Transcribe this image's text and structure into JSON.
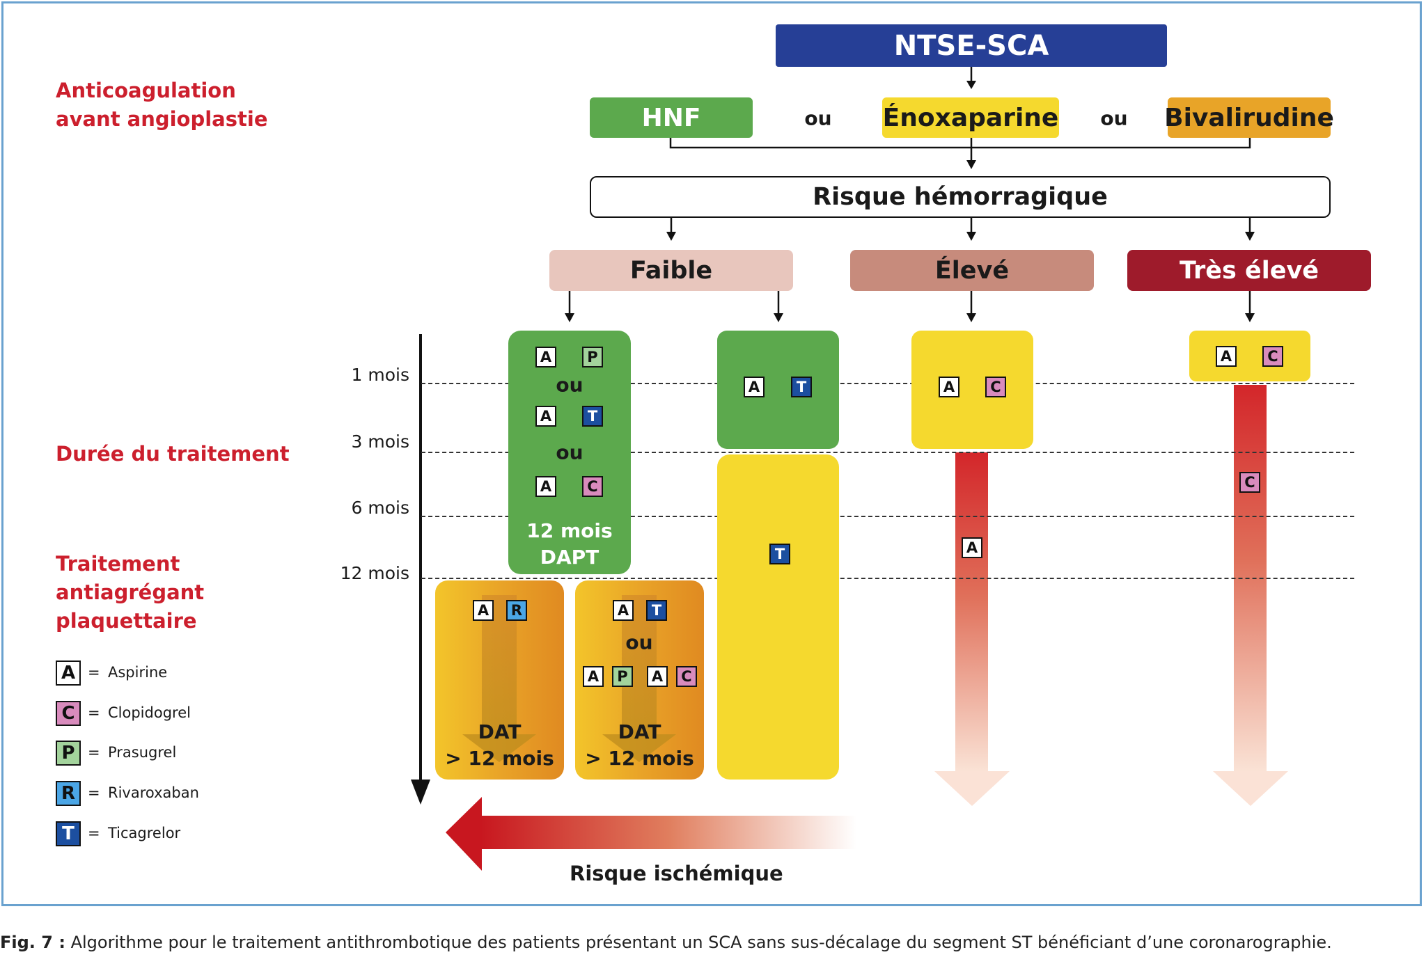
{
  "labels": {
    "anticoag_line1": "Anticoagulation",
    "anticoag_line2": "avant angioplastie",
    "duree": "Durée du traitement",
    "traitement_line1": "Traitement",
    "traitement_line2": "antiagrégant",
    "traitement_line3": "plaquettaire"
  },
  "top": {
    "title": "NTSE-SCA",
    "hnf": "HNF",
    "enoxaparine": "Énoxaparine",
    "bivalirudine": "Bivalirudine",
    "ou": "ou",
    "risque": "Risque hémorragique"
  },
  "risk_levels": {
    "faible": "Faible",
    "eleve": "Élevé",
    "tres_eleve": "Très élevé"
  },
  "months": [
    "1  mois",
    "3 mois",
    "6 mois",
    "12 mois"
  ],
  "boxes": {
    "ou": "ou",
    "dapt_line1": "12 mois",
    "dapt_line2": "DAPT",
    "dat_line1": "DAT",
    "dat_line2": "> 12 mois"
  },
  "drug_letters": {
    "A": "A",
    "C": "C",
    "P": "P",
    "R": "R",
    "T": "T"
  },
  "legend": [
    {
      "letter": "A",
      "name": "Aspirine"
    },
    {
      "letter": "C",
      "name": "Clopidogrel"
    },
    {
      "letter": "P",
      "name": "Prasugrel"
    },
    {
      "letter": "R",
      "name": "Rivaroxaban"
    },
    {
      "letter": "T",
      "name": "Ticagrelor"
    }
  ],
  "legend_eq": "=",
  "ischemic": "Risque ischémique",
  "caption": {
    "prefix": "Fig. 7 :",
    "text": " Algorithme pour le traitement antithrombotique des patients présentant un SCA sans sus-décalage du segment ST bénéficiant d’une coronarographie."
  },
  "colors": {
    "ntse": "#263f96",
    "green": "#5ca94d",
    "yellow": "#f5d92e",
    "orange": "#e8a428",
    "faible": "#e8c6bd",
    "eleve": "#c78b7c",
    "tres_eleve": "#9e1b2b",
    "red_text": "#cc1f2d",
    "ticagrelor": "#1c4fa0",
    "clopidogrel": "#d98bbd",
    "prasugrel": "#a3d39c",
    "rivaroxaban": "#4ba6e6"
  }
}
